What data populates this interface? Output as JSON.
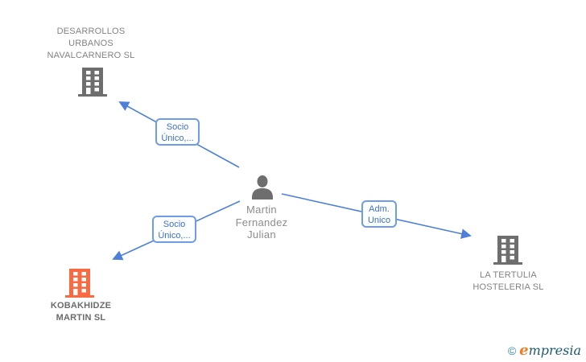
{
  "diagram": {
    "nodes": {
      "desarrollos": {
        "lines": [
          "DESARROLLOS",
          "URBANOS",
          "NAVALCARNERO SL"
        ],
        "type": "company",
        "icon": "building-icon"
      },
      "martin": {
        "lines": [
          "Martin",
          "Fernandez",
          "Julian"
        ],
        "type": "person",
        "icon": "person-icon"
      },
      "tertulia": {
        "lines": [
          "LA TERTULIA",
          "HOSTELERIA SL"
        ],
        "type": "company",
        "icon": "building-icon"
      },
      "kobakhidze": {
        "lines": [
          "KOBAKHIDZE",
          "MARTIN SL"
        ],
        "type": "company-highlighted",
        "icon": "building-icon"
      }
    },
    "edges": {
      "socio1": {
        "lines": [
          "Socio",
          "Único,..."
        ]
      },
      "socio2": {
        "lines": [
          "Socio",
          "Único,..."
        ]
      },
      "adm": {
        "lines": [
          "Adm.",
          "Unico"
        ]
      }
    },
    "colors": {
      "edge_blue": "#4d80d9",
      "edge_label_border": "#6f9ce6",
      "edge_label_text": "#3d6fd0",
      "node_text_gray": "#828282",
      "icon_gray": "#6e6e6e",
      "icon_highlight_orange": "#f96a42"
    }
  },
  "watermark": {
    "copyright": "©",
    "brand_first_letter": "e",
    "brand_rest": "mpresia"
  }
}
